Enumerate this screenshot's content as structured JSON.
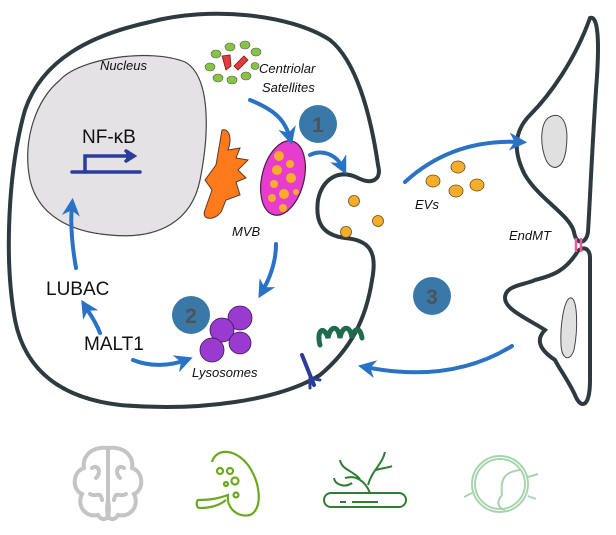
{
  "diagram": {
    "labels": {
      "nucleus": "Nucleus",
      "nfkb": "NF-κB",
      "centriolar_1": "Centriolar",
      "centriolar_2": "Satellites",
      "mvb": "MVB",
      "lubac": "LUBAC",
      "malt1": "MALT1",
      "lysosomes": "Lysosomes",
      "evs": "EVs",
      "endmt": "EndMT"
    },
    "badges": [
      "1",
      "2",
      "3"
    ],
    "colors": {
      "membrane": "#2d3a40",
      "arrow": "#2a73c4",
      "badge": "#3a78a8",
      "nucleus_fill": "#e4e2e4",
      "golgi": "#ff7a1a",
      "mvb": "#e83ccf",
      "vesicle": "#f7ad2a",
      "lysosome": "#9a3ad0",
      "centriole_green": "#88c444",
      "centriole_red": "#e23c3c",
      "receptor_green": "#1f6b4e",
      "receptor_blue": "#2a3d9c",
      "junction": "#e85c9c"
    },
    "organ_icons": [
      {
        "name": "brain",
        "color": "#c4c4c4"
      },
      {
        "name": "kidney",
        "color": "#6aa81e"
      },
      {
        "name": "blood-vessel",
        "color": "#2e7d32"
      },
      {
        "name": "eye",
        "color": "#a8d4ad"
      }
    ]
  }
}
